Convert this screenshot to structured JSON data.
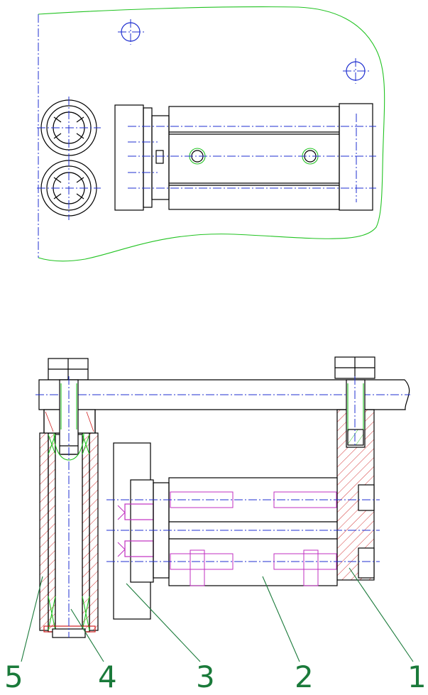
{
  "callouts": [
    {
      "label": "5"
    },
    {
      "label": "4"
    },
    {
      "label": "3"
    },
    {
      "label": "2"
    },
    {
      "label": "1"
    }
  ],
  "colors": {
    "outline": "#000000",
    "centerline": "#1f2fd0",
    "hidden": "#c02fc0",
    "boundary": "#22c322",
    "hatch": "#d02020",
    "callout": "#1a7a3a"
  }
}
